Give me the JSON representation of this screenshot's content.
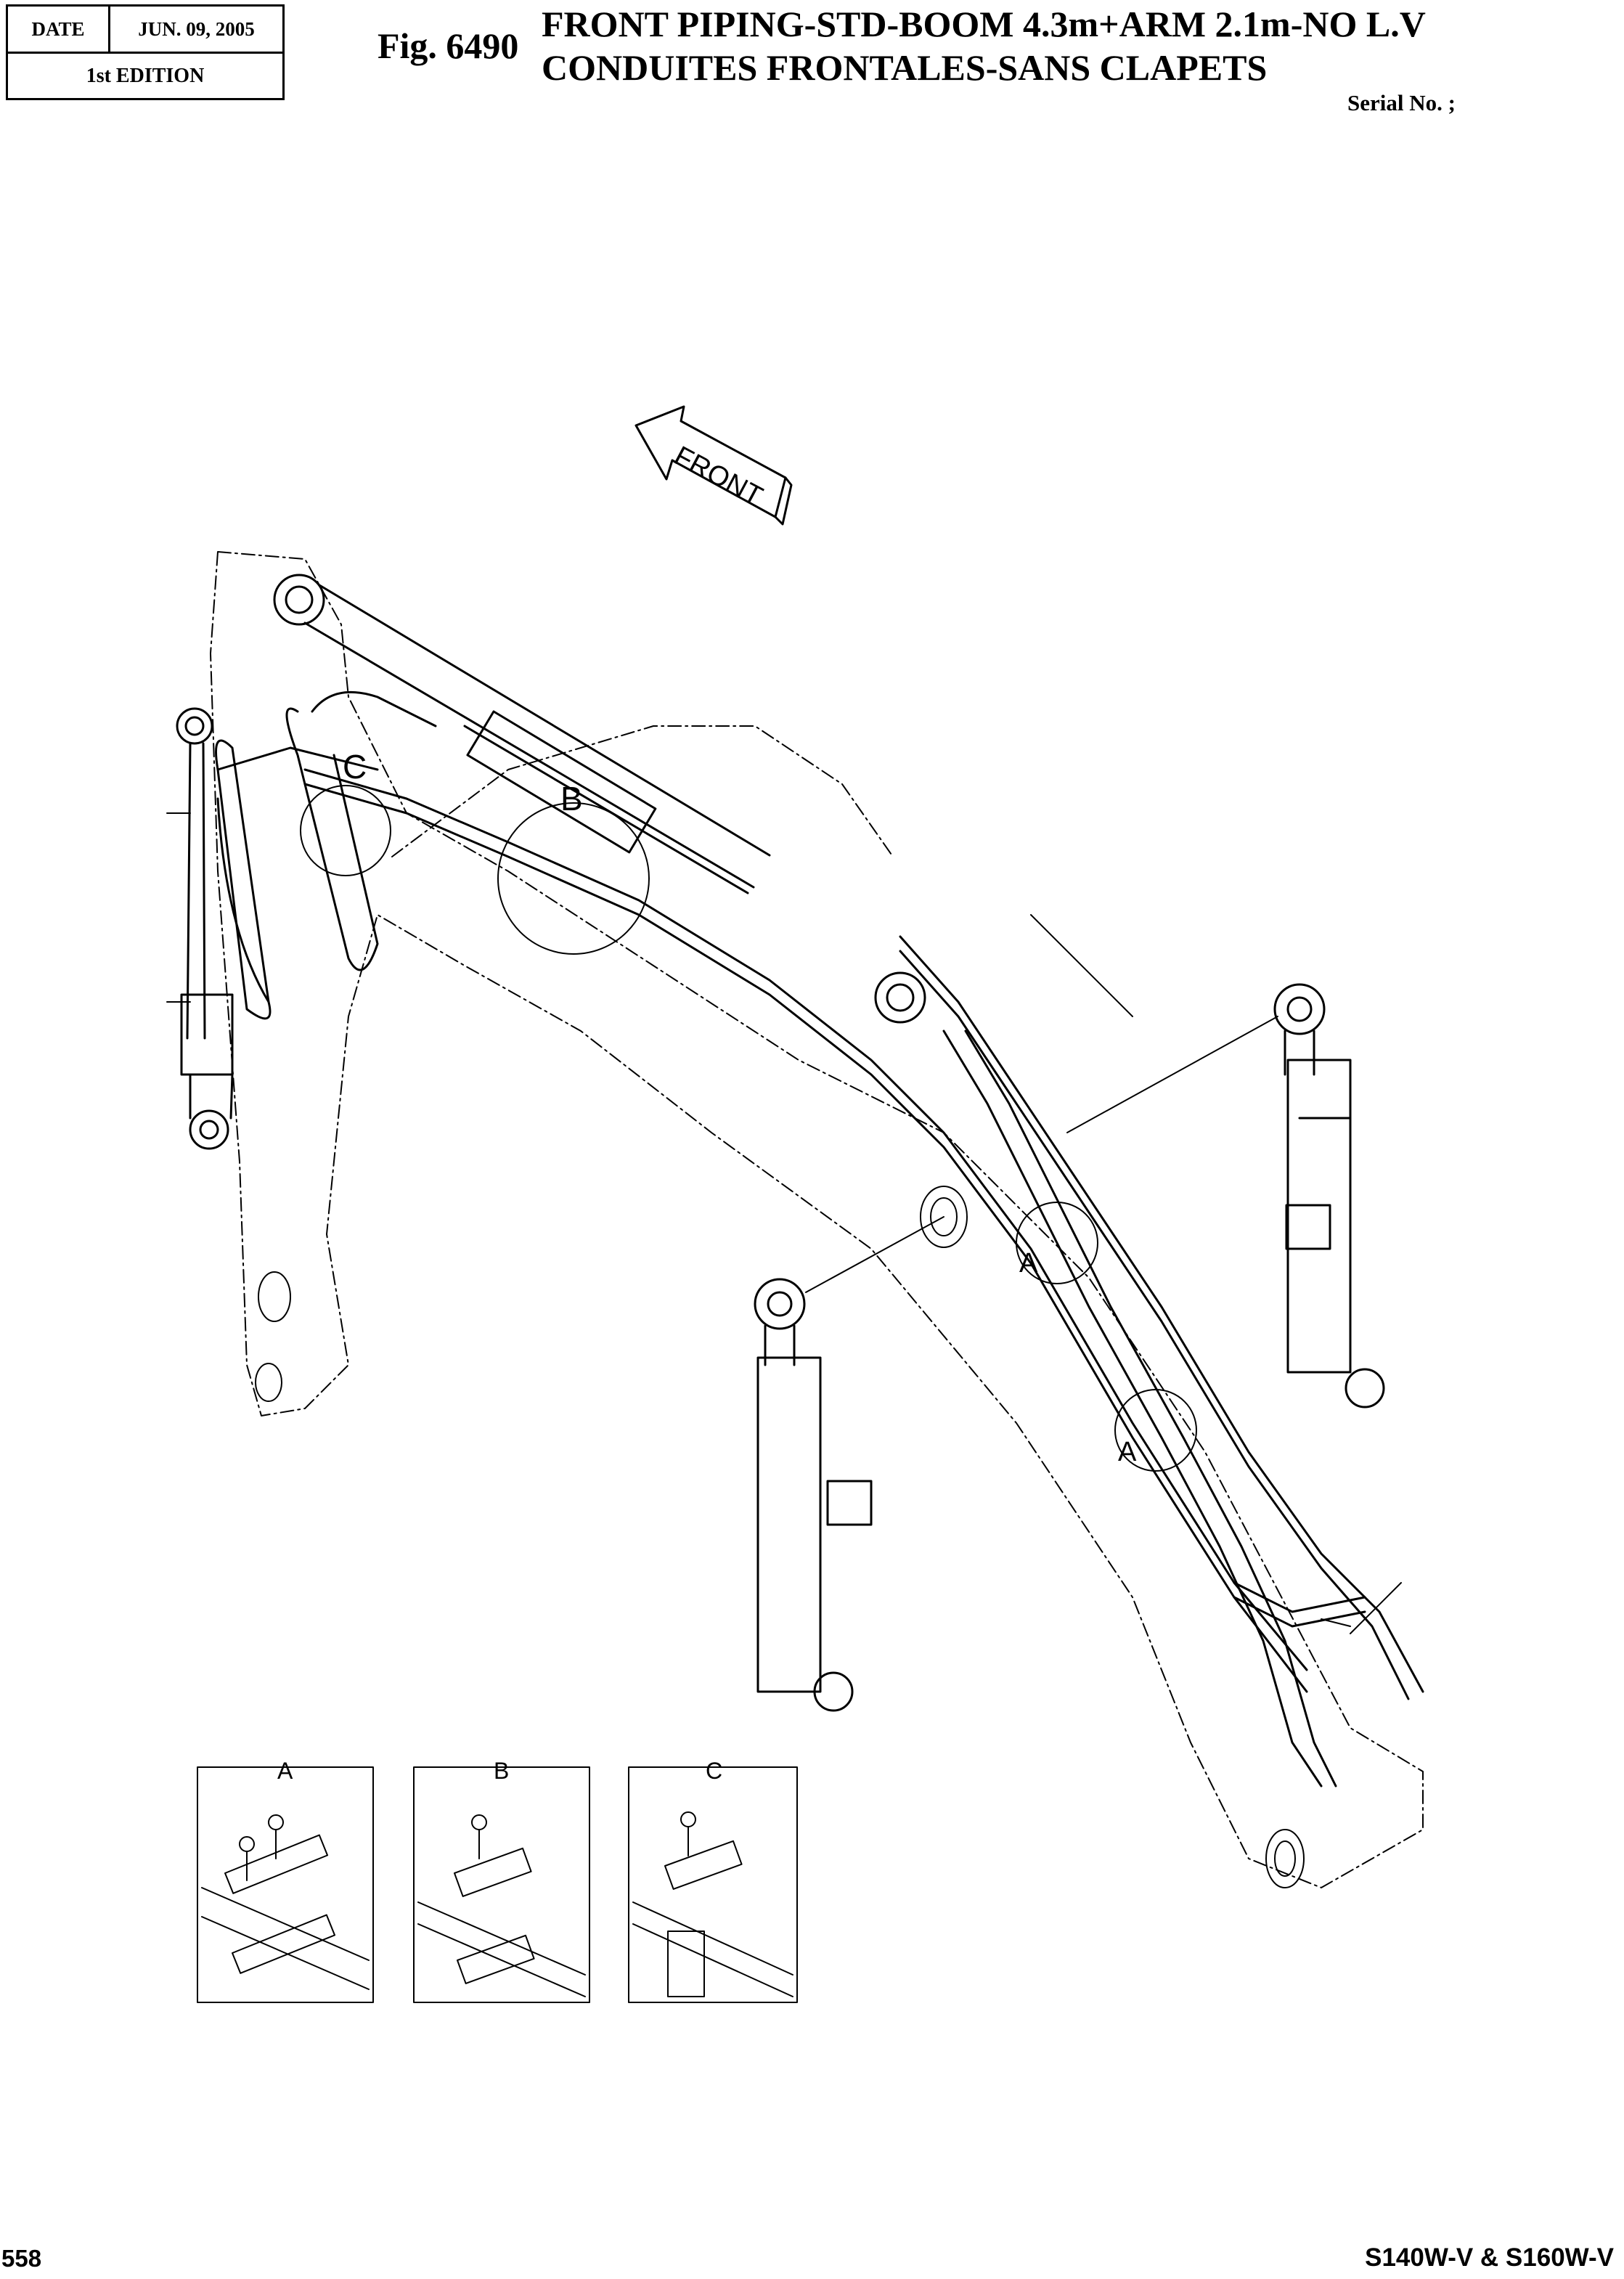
{
  "header": {
    "date_label": "DATE",
    "date_value": "JUN. 09, 2005",
    "edition": "1st EDITION"
  },
  "title": {
    "fig": "Fig. 6490",
    "line1": "FRONT PIPING-STD-BOOM 4.3m+ARM 2.1m-NO L.V",
    "line2": "CONDUITES FRONTALES-SANS CLAPETS",
    "serial": "Serial No. ;"
  },
  "diagram": {
    "front_arrow": "FRONT",
    "callouts": {
      "a1": "A",
      "a2": "A",
      "b": "B",
      "c": "C"
    },
    "details": [
      {
        "title": "A"
      },
      {
        "title": "B"
      },
      {
        "title": "C"
      }
    ]
  },
  "footer": {
    "page": "558",
    "model": "S140W-V & S160W-V"
  }
}
